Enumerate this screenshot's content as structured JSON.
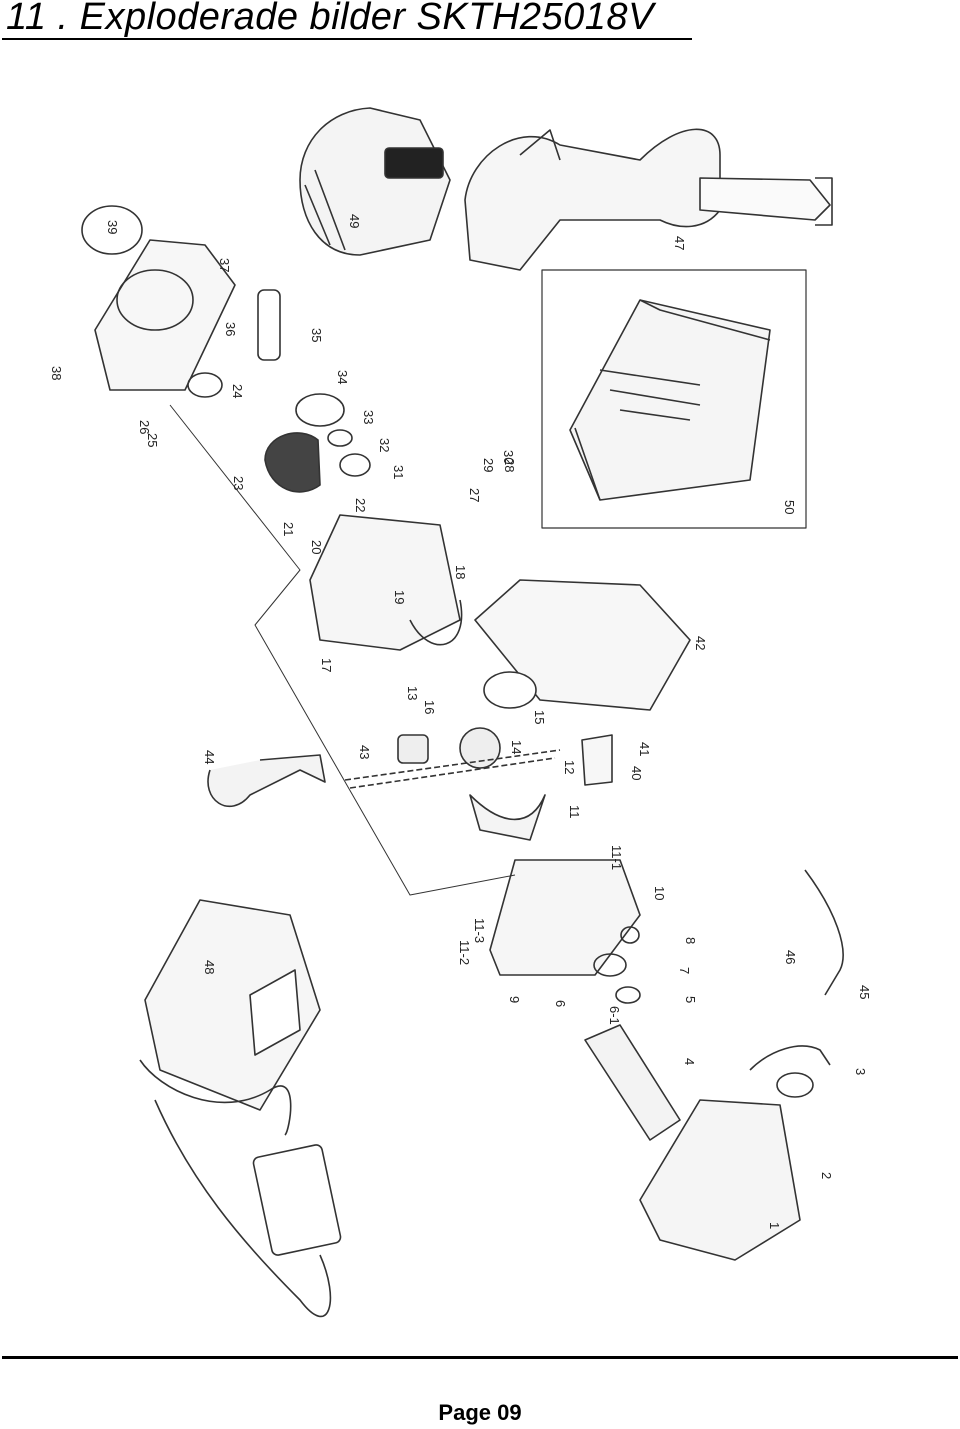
{
  "header": {
    "title": "11 . Exploderade bilder SKTH25018V"
  },
  "diagram": {
    "part_labels": [
      "1",
      "2",
      "3",
      "4",
      "5",
      "6",
      "6-1",
      "8",
      "7",
      "9",
      "10",
      "11",
      "11-1",
      "11-2",
      "11-3",
      "12",
      "13",
      "14",
      "15",
      "16",
      "17",
      "18",
      "19",
      "20",
      "21",
      "22",
      "23",
      "24",
      "25",
      "26",
      "27",
      "28",
      "29",
      "30",
      "31",
      "32",
      "33",
      "34",
      "35",
      "36",
      "37",
      "38",
      "39",
      "40",
      "41",
      "42",
      "43",
      "44",
      "45",
      "46",
      "47",
      "48",
      "49",
      "50"
    ]
  },
  "footer": {
    "page": "Page 09"
  }
}
